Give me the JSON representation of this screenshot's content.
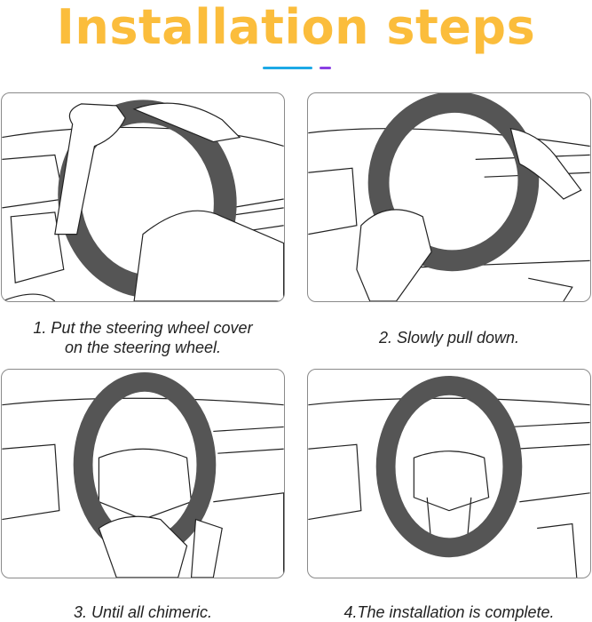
{
  "title": "Installation steps",
  "steps": [
    {
      "caption_line1": "1. Put the steering wheel cover",
      "caption_line2": "on the steering wheel."
    },
    {
      "caption_line1": "2. Slowly pull down."
    },
    {
      "caption_line1": "3. Until all chimeric."
    },
    {
      "caption_line1": "4.The installation is complete."
    }
  ],
  "colors": {
    "title": "#fbbd3c",
    "accent_blue": "#1da9e6",
    "accent_purple": "#8a3fe3",
    "cover": "#555555"
  }
}
